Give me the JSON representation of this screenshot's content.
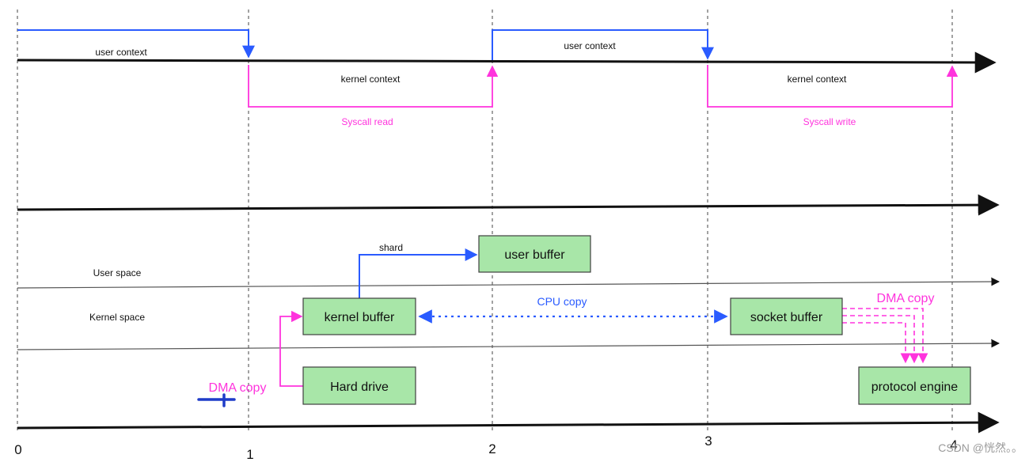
{
  "colors": {
    "user_line": "#2a5bff",
    "kernel_line": "#ff33dd",
    "axis": "#111111",
    "box_fill": "#a8e6a8",
    "box_border": "#3f3f3f",
    "cpu_copy": "#2a5bff",
    "dma_copy": "#ff33dd"
  },
  "timeline": {
    "labels": {
      "user_context_1": "user context",
      "kernel_context_1": "kernel context",
      "syscall_read": "Syscall read",
      "user_context_2": "user context",
      "kernel_context_2": "kernel context",
      "syscall_write": "Syscall write"
    },
    "ticks": [
      "0",
      "1",
      "2",
      "3",
      "4"
    ]
  },
  "spaces": {
    "user_space": "User space",
    "kernel_space": "Kernel  space"
  },
  "boxes": {
    "user_buffer": "user buffer",
    "kernel_buffer": "kernel buffer",
    "hard_drive": "Hard drive",
    "socket_buffer": "socket buffer",
    "protocol_engine": "protocol engine"
  },
  "arrows": {
    "shard": "shard",
    "cpu_copy": "CPU copy",
    "dma_copy_left": "DMA copy",
    "dma_copy_right": "DMA copy"
  },
  "watermark": "CSDN @恍然。。"
}
